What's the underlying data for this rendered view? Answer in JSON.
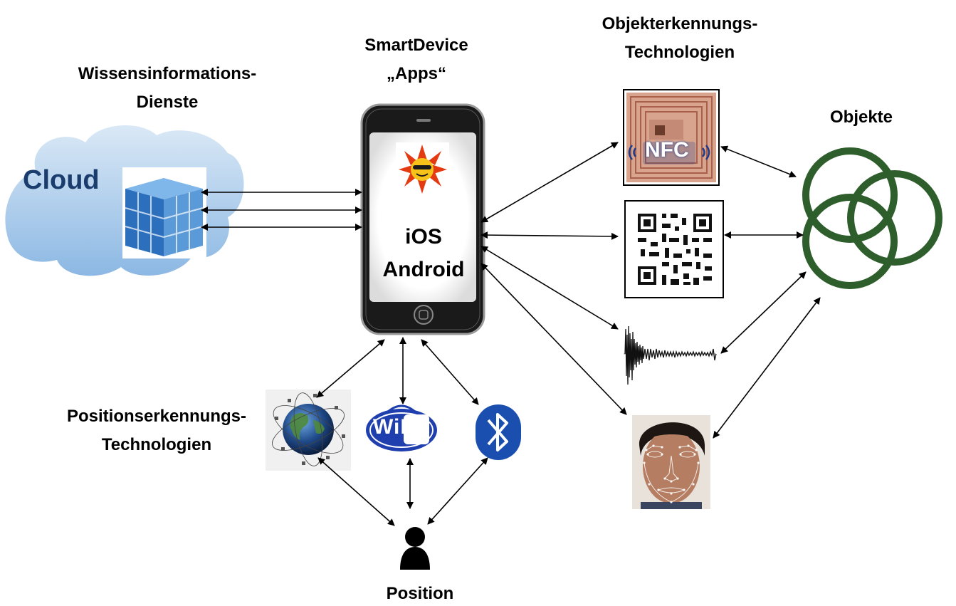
{
  "labels": {
    "wissen": "Wissensinformations-\nDienste",
    "smartdevice": "SmartDevice\n„Apps“",
    "objekt_tech": "Objekterkennungs-\nTechnologien",
    "objekte": "Objekte",
    "pos_tech": "Positionserkennungs-\nTechnologien",
    "position": "Position"
  },
  "phone": {
    "os_line1": "iOS",
    "os_line2": "Android"
  },
  "cloud": {
    "label": "Cloud"
  },
  "nfc": {
    "label": "NFC"
  },
  "wifi": {
    "label": "WiFi"
  },
  "colors": {
    "objekte_rings": "#2e5e2b",
    "cloud_text": "#1b3d6e",
    "wifi_blue": "#1f3fae",
    "bluetooth_blue": "#1a4fb0",
    "nfc_copper": "#b87358"
  },
  "icons": [
    "cloud-cube-icon",
    "sun-app-icon",
    "nfc-tag-icon",
    "qr-code-icon",
    "sound-wave-icon",
    "face-recognition-icon",
    "gps-globe-icon",
    "wifi-icon",
    "bluetooth-icon",
    "person-icon",
    "rings-icon"
  ]
}
